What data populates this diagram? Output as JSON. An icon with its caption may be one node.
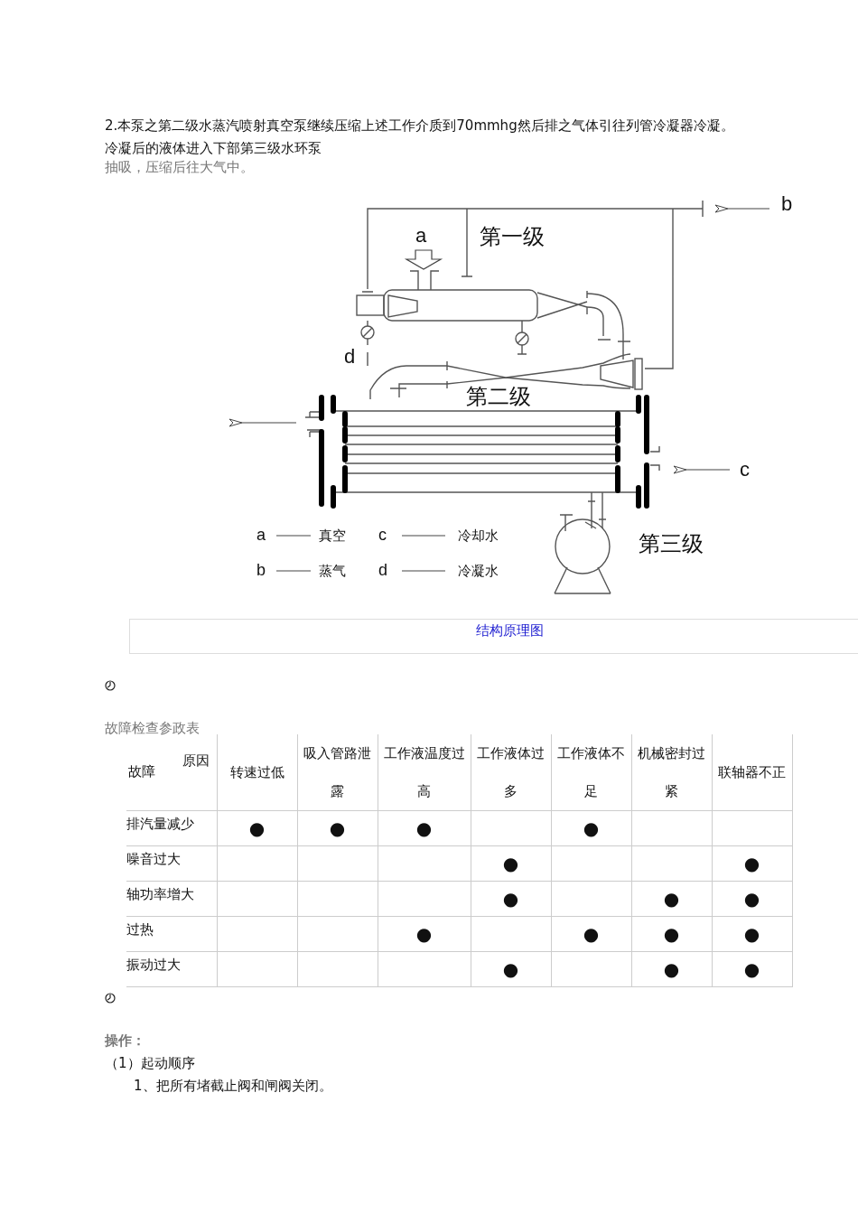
{
  "diagram": {
    "caption": "结构原理图",
    "labels": [
      "2.本泵之第二级水蒸汽喷射真空泵继续压缩上述工作介质到70mmhg然后排之气体引往列管冷凝器冷凝。冷凝后的液体进入下部第三级水环泵",
      "抽吸，压缩后往大气中。",
      "a",
      "第一级",
      "b",
      "d",
      "第二级",
      "c",
      "第三级",
      "a",
      "真空",
      "c",
      "冷却水",
      "b",
      "蒸气",
      "d",
      "冷凝水",
      "故障检查参政表",
      "故障",
      "原因",
      "转速过低",
      "吸入管路泄露",
      "工作液温度过高",
      "工作液体过多",
      "工作液体不足",
      "机械密封过紧",
      "联轴器不正",
      "排汽量减少",
      "●",
      "●",
      "●",
      "●",
      "噪音过大",
      "●",
      "●",
      "轴功率增大",
      "●",
      "●",
      "●",
      "过热",
      "●",
      "●",
      "●",
      "●",
      "振动过大",
      "●",
      "●",
      "●",
      "操作：",
      "（1）起动顺序",
      "1、把所有堵截止阀和闸阀关闭。"
    ]
  }
}
